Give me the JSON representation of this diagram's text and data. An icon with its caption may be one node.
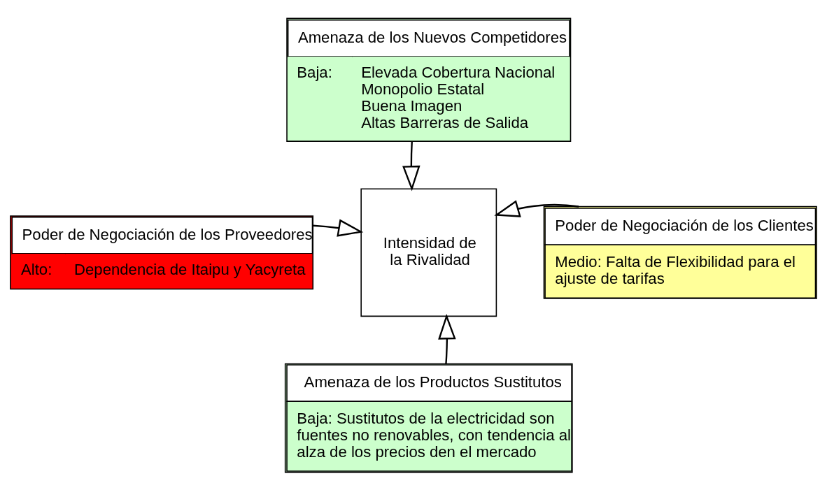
{
  "diagram": {
    "nodes": [
      {
        "text": [
          "Amenaza de los Nuevos Competidores",
          "Baja:",
          "Elevada Cobertura Nacional",
          "Monopolio Estatal",
          "Buena Imagen",
          "Altas Barreras de Salida"
        ]
      },
      {
        "text": [
          "Poder de Negociación de los Proveedores",
          "Alto:",
          "Dependencia de Itaipu y Yacyreta"
        ]
      },
      {
        "text": [
          "Intensidad de la Rivalidad"
        ]
      },
      {
        "text": [
          "Poder de Negociación de los Clientes",
          "Medio: Falta de Flexibilidad para el ajuste de tarifas"
        ]
      },
      {
        "text": [
          "Amenaza de los Productos Sustitutos",
          "Baja: Sustitutos de la electricidad son fuentes no renovables, con tendencia al alza de los precios den el mercado"
        ]
      }
    ],
    "edges": [
      {
        "from": 0,
        "to": 2,
        "arrow": "to"
      },
      {
        "from": 1,
        "to": 2,
        "arrow": "to"
      },
      {
        "from": 3,
        "to": 2,
        "arrow": "to"
      },
      {
        "from": 4,
        "to": 2,
        "arrow": "to"
      }
    ]
  }
}
